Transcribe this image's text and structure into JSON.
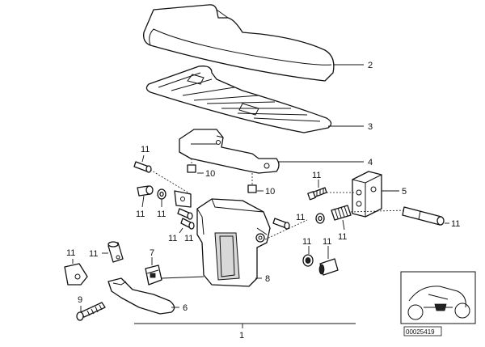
{
  "callouts": {
    "c1": "1",
    "c2": "2",
    "c3": "3",
    "c4": "4",
    "c5": "5",
    "c6": "6",
    "c7": "7",
    "c8": "8",
    "c9": "9",
    "c10a": "10",
    "c10b": "10",
    "c11_top": "11",
    "c11_l1": "11",
    "c11_l2": "11",
    "c11_m1": "11",
    "c11_m2": "11",
    "c11_screw": "11",
    "c11_ring": "11",
    "c11_ring2": "11",
    "c11_right": "11",
    "c11_knob": "11",
    "c11_bot1": "11",
    "c11_bot2": "11"
  },
  "inset": {
    "code": "00025419"
  }
}
